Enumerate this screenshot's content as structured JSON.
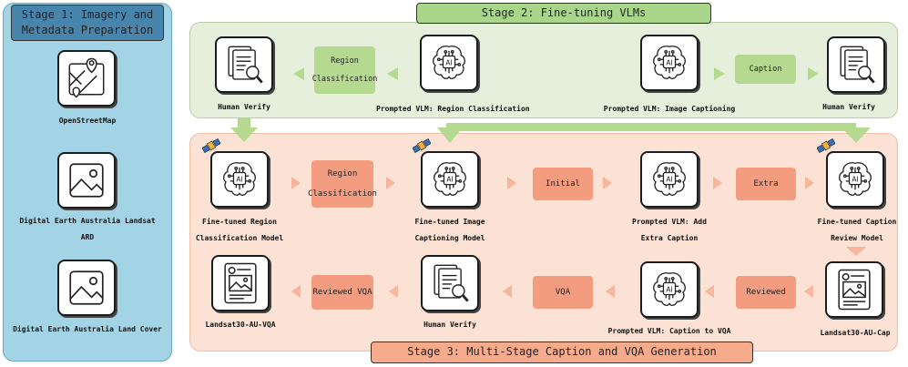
{
  "stage1": {
    "title": "Stage 1: Imagery and Metadata Preparation",
    "items": [
      {
        "label": "OpenStreetMap",
        "icon": "map-pin-icon"
      },
      {
        "label": "Digital Earth Australia Landsat ARD",
        "icon": "image-icon"
      },
      {
        "label": "Digital Earth Australia Land Cover",
        "icon": "image-icon"
      }
    ]
  },
  "stage2": {
    "title": "Stage 2: Fine-tuning VLMs",
    "nodes": {
      "human_verify_left": "Human Verify",
      "vlm_region": "Prompted VLM: Region Classification",
      "vlm_caption": "Prompted VLM: Image Captioning",
      "human_verify_right": "Human Verify"
    },
    "boxes": {
      "region": "Region Classification",
      "caption": "Caption"
    }
  },
  "stage3": {
    "title": "Stage 3: Multi-Stage Caption and VQA Generation",
    "nodes": {
      "ft_region": "Fine-tuned Region Classification Model",
      "ft_caption": "Fine-tuned Image Captioning Model",
      "vlm_extra": "Prompted VLM: Add Extra Caption",
      "ft_review": "Fine-tuned Caption Review Model",
      "cap_dataset": "Landsat30-AU-Cap",
      "vlm_vqa": "Prompted VLM: Caption to VQA",
      "human_verify": "Human Verify",
      "vqa_dataset": "Landsat30-AU-VQA"
    },
    "boxes": {
      "region": "Region Classification",
      "initial": "Initial",
      "extra": "Extra",
      "reviewed": "Reviewed",
      "vqa": "VQA",
      "reviewed_vqa": "Reviewed VQA"
    }
  },
  "colors": {
    "stage1_bg": "#a3d4e6",
    "stage2_bg": "#e6eedc",
    "stage3_bg": "#fbe2d4",
    "green_box": "#b5d98f",
    "orange_box": "#f39c7f",
    "green_arrow": "#b5d98f",
    "orange_arrow": "#f6b59c"
  }
}
